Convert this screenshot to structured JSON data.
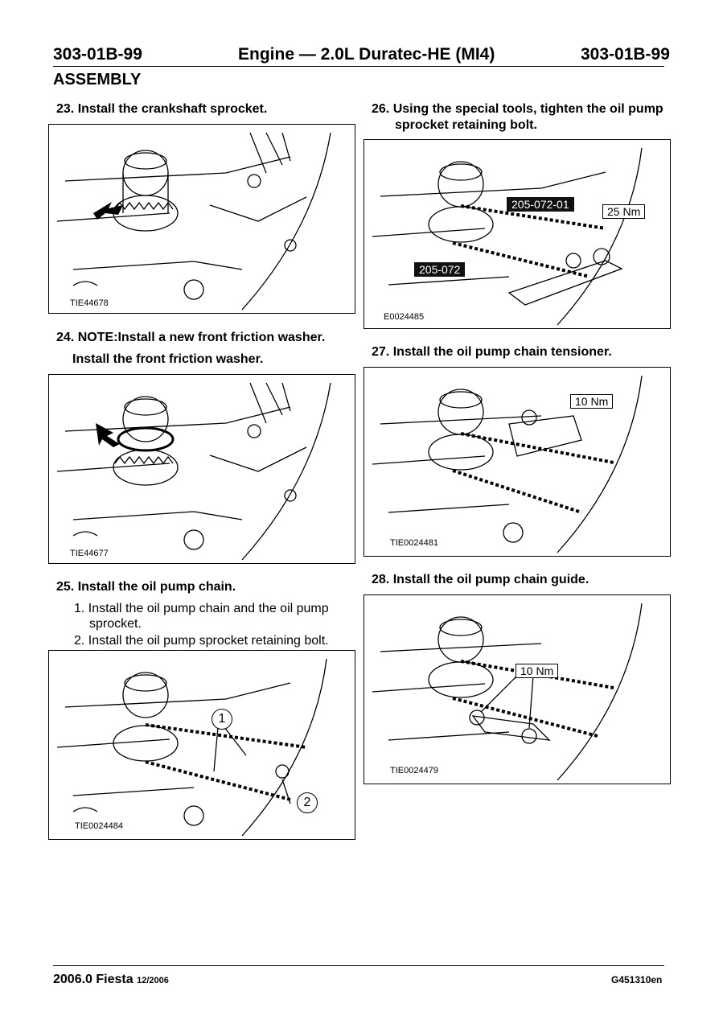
{
  "header": {
    "code_left": "303-01B-99",
    "title": "Engine — 2.0L Duratec-HE (MI4)",
    "code_right": "303-01B-99"
  },
  "section_title": "ASSEMBLY",
  "steps": [
    {
      "label": "23. Install the crankshaft sprocket.",
      "figure_id": "TIE44678"
    },
    {
      "label": "24. NOTE:Install a new front friction washer.",
      "line2": "Install the front friction washer.",
      "figure_id": "TIE44677"
    },
    {
      "label": "25. Install the oil pump chain.",
      "substeps": [
        "1. Install the oil pump chain and the oil pump",
        "sprocket.",
        "2. Install the oil pump sprocket retaining bolt."
      ],
      "figure_id": "TIE0024484",
      "callouts": [
        "1",
        "2"
      ]
    },
    {
      "label": "26. Using the special tools, tighten the oil pump",
      "line2": "sprocket retaining bolt.",
      "figure_id": "E0024485",
      "tools": [
        "205-072-01",
        "205-072"
      ],
      "torque": "25 Nm"
    },
    {
      "label": "27. Install the oil pump chain tensioner.",
      "figure_id": "TIE0024481",
      "torque": "10 Nm"
    },
    {
      "label": "28. Install the oil pump chain guide.",
      "figure_id": "TIE0024479",
      "torque": "10 Nm"
    }
  ],
  "footer": {
    "model": "2006.0 Fiesta",
    "date": "12/2006",
    "code": "G451310en"
  }
}
